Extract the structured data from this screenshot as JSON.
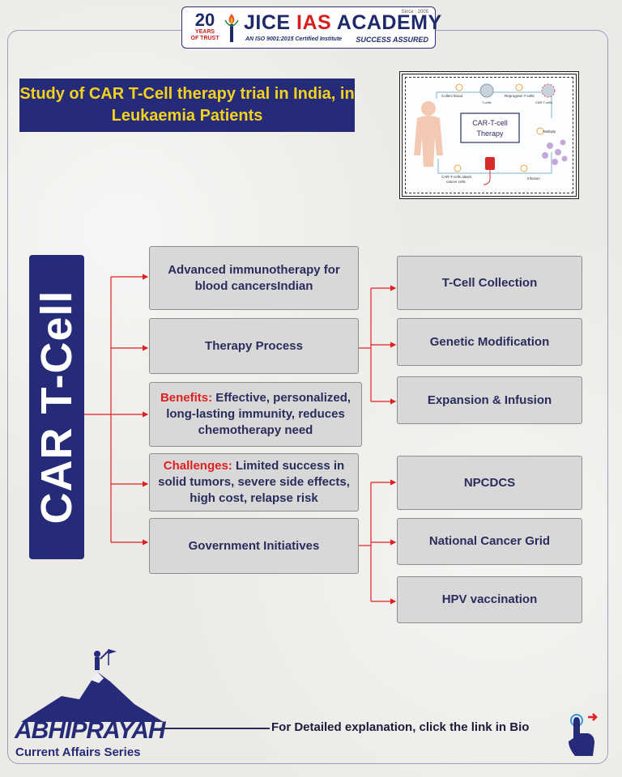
{
  "header": {
    "years": "20",
    "years_sub": "YEARS\nOF TRUST",
    "brand_jice": "JICE",
    "brand_ias": "IAS",
    "brand_academy": "ACADEMY",
    "since": "Since : 2005",
    "iso": "AN ISO 9001:2015 Certified Institute",
    "tagline": "SUCCESS ASSURED"
  },
  "title": "Study of CAR T-Cell therapy trial in India, in Leukaemia Patients",
  "illustration": {
    "center_label": "CAR-T-cell Therapy",
    "steps": [
      "Collect blood",
      "Reprogram T-cells",
      "Multiply",
      "Infusion",
      "CAR-T-cells attack cancer cells"
    ],
    "cell_labels": [
      "T-cells",
      "CAR T-cells"
    ],
    "colors": {
      "accent": "#e8a33a",
      "line": "#7fb6c9"
    }
  },
  "side_label": "CAR T-Cell",
  "main_branches": [
    {
      "text": "Advanced immunotherapy for blood cancersIndian"
    },
    {
      "text": "Therapy Process"
    },
    {
      "highlight": "Benefits:",
      "text": " Effective, personalized, long-lasting immunity, reduces chemotherapy need"
    },
    {
      "highlight": "Challenges:",
      "text": " Limited success in solid tumors, severe side effects, high cost, relapse risk"
    },
    {
      "text": "Government Initiatives"
    }
  ],
  "process_steps": [
    "T-Cell Collection",
    "Genetic Modification",
    "Expansion & Infusion"
  ],
  "initiatives": [
    "NPCDCS",
    "National Cancer Grid",
    "HPV vaccination"
  ],
  "footer": {
    "brand": "ABHIPRAYAH",
    "series": "Current Affairs Series",
    "cta": "For Detailed explanation,  click the link in Bio"
  },
  "colors": {
    "navy": "#252b78",
    "title_yellow": "#f4d21c",
    "arrow_red": "#e02020",
    "box_gray": "#d8d8d8"
  }
}
